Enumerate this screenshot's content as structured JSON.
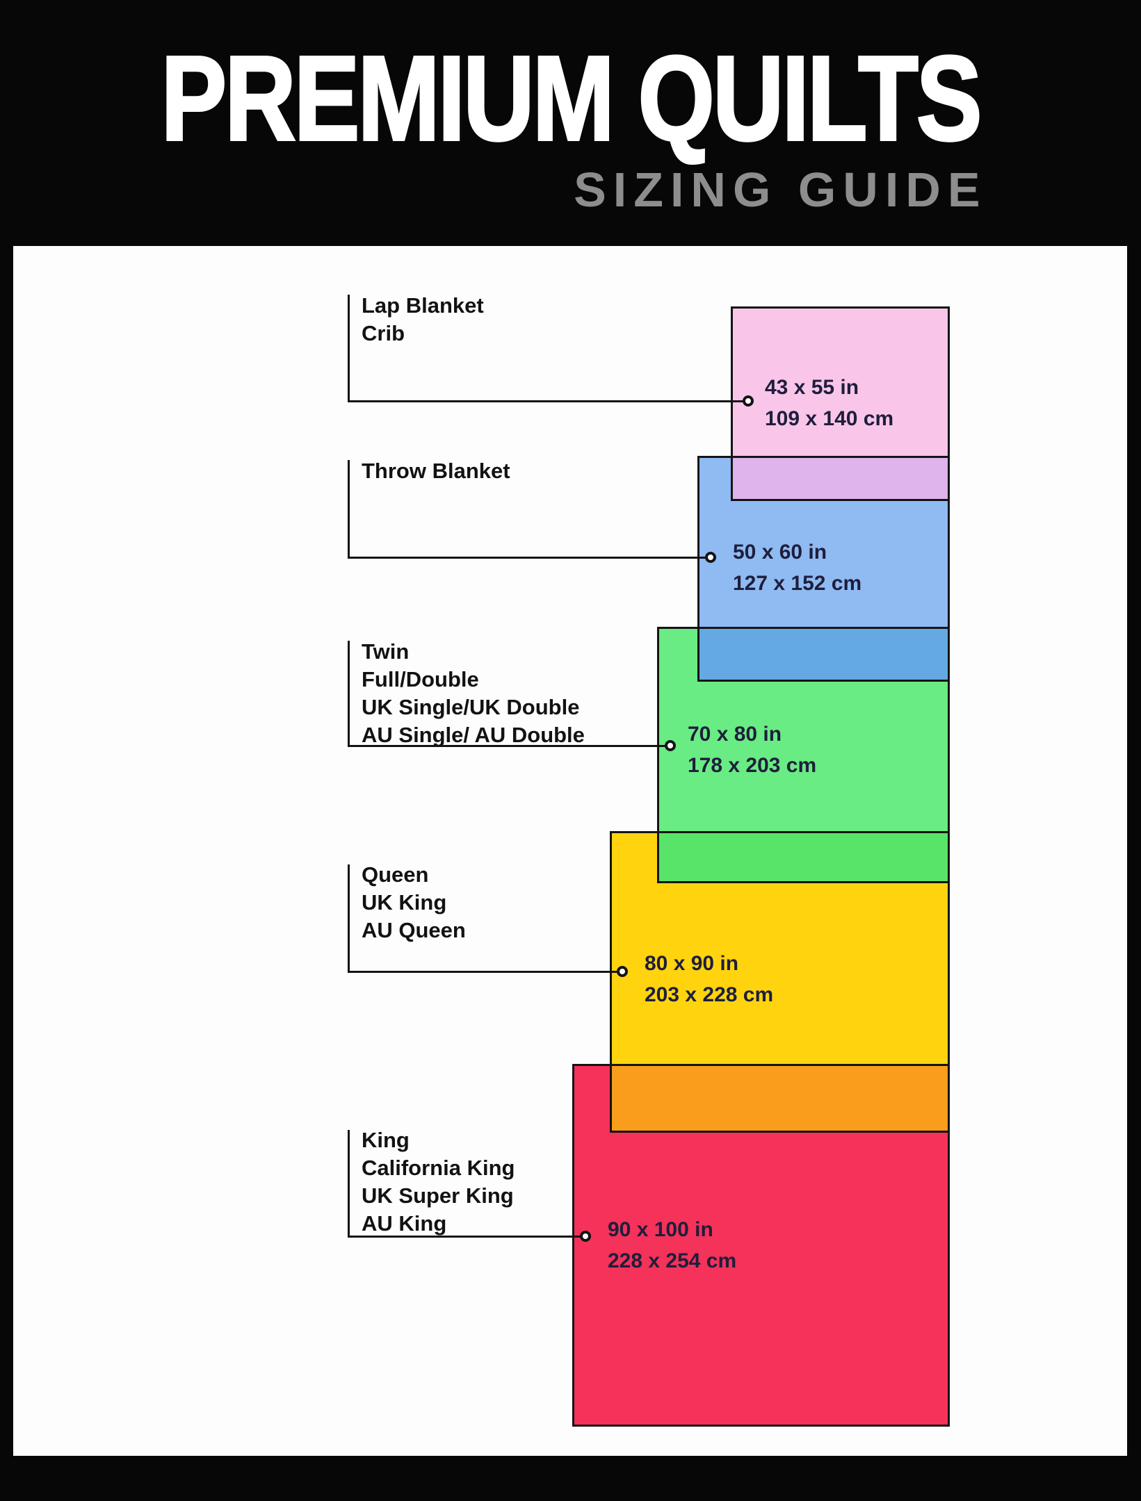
{
  "header": {
    "title": "PREMIUM QUILTS",
    "subtitle": "SIZING GUIDE"
  },
  "chart_data": {
    "type": "table",
    "title": "Premium Quilts Sizing Guide",
    "sizes": [
      {
        "labels": [
          "Lap Blanket",
          "Crib"
        ],
        "inches": "43 x 55 in",
        "cm": "109 x 140 cm",
        "color": "#F9C6E9",
        "overlap_color": "#DFB3EB"
      },
      {
        "labels": [
          "Throw Blanket"
        ],
        "inches": "50 x 60 in",
        "cm": "127 x 152 cm",
        "color": "#8FBAF2",
        "overlap_color": "#64A9E2"
      },
      {
        "labels": [
          "Twin",
          "Full/Double",
          "UK Single/UK Double",
          "AU Single/ AU Double"
        ],
        "inches": "70 x 80 in",
        "cm": "178 x 203 cm",
        "color": "#69EC83",
        "overlap_color": "#58E468"
      },
      {
        "labels": [
          "Queen",
          "UK King",
          "AU Queen"
        ],
        "inches": "80 x 90 in",
        "cm": "203 x 228 cm",
        "color": "#FFD40E",
        "overlap_color": "#FA9D1C"
      },
      {
        "labels": [
          "King",
          "California King",
          "UK Super King",
          "AU King"
        ],
        "inches": "90 x 100 in",
        "cm": "228 x 254 cm",
        "color": "#F4325A",
        "overlap_color": null
      }
    ]
  }
}
